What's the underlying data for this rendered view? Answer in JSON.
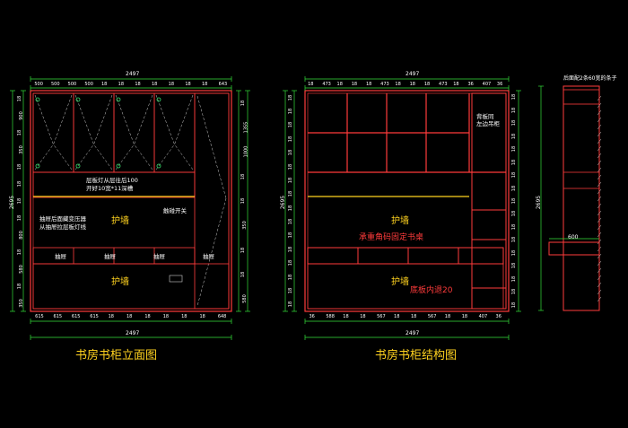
{
  "colors": {
    "background": "#000000",
    "frame": "#ff3b3b",
    "dimension": "#35e03a",
    "text_white": "#ffffff",
    "text_yellow": "#ffd21f",
    "guide": "#cfcfcf",
    "accent_green": "#36e36c",
    "magenta": "#ff3fb0"
  },
  "left_view": {
    "title": "书房书柜立面图",
    "overall_width": "2497",
    "top_dims": [
      "500",
      "500",
      "500",
      "500",
      "18",
      "18",
      "18",
      "18",
      "18",
      "18",
      "18",
      "643"
    ],
    "bottom_dims": [
      "615",
      "615",
      "615",
      "615",
      "18",
      "18",
      "18",
      "18",
      "18",
      "18",
      "648"
    ],
    "left_dims": [
      "18",
      "900",
      "18",
      "350",
      "18",
      "18",
      "18",
      "18",
      "800",
      "18",
      "580",
      "18",
      "350"
    ],
    "left_total": "2695",
    "right_dims": [
      "18",
      "1355",
      "1000",
      "18",
      "18",
      "350",
      "18",
      "18",
      "580"
    ],
    "note_light": "层板灯从层往后100",
    "note_slot": "开好10宽*11深槽",
    "note_switch": "触碰开关",
    "note_transformer": "抽屉后面藏变压器",
    "note_wiring": "从抽屉拉层板灯线",
    "wall_label_1": "护墙",
    "wall_label_2": "护墙",
    "drawer_label": "抽屉"
  },
  "right_view": {
    "title": "书房书柜结构图",
    "overall_width": "2497",
    "top_dims": [
      "18",
      "473",
      "18",
      "18",
      "18",
      "473",
      "18",
      "18",
      "18",
      "473",
      "18",
      "36",
      "407",
      "36"
    ],
    "bottom_dims": [
      "36",
      "588",
      "18",
      "18",
      "567",
      "18",
      "18",
      "567",
      "18",
      "18",
      "407",
      "36"
    ],
    "left_dims": [
      "18",
      "18",
      "18",
      "18",
      "18",
      "18",
      "18",
      "18",
      "18",
      "18",
      "18",
      "18",
      "18",
      "18",
      "18",
      "18"
    ],
    "left_total": "2695",
    "right_dims": [
      "18",
      "18",
      "18",
      "18",
      "18",
      "18",
      "18",
      "18",
      "18",
      "18",
      "18",
      "18",
      "18",
      "18",
      "18",
      "18",
      "18"
    ],
    "note_back": "背板同\n左边吊柜",
    "note_desk": "承重角码固定书桌",
    "note_bottom": "底板内退20",
    "wall_label_1": "护墙",
    "wall_label_2": "护墙"
  },
  "side_section": {
    "note_top": "后面配2条60宽的条子",
    "width_label": "600",
    "height_label": "2695"
  }
}
